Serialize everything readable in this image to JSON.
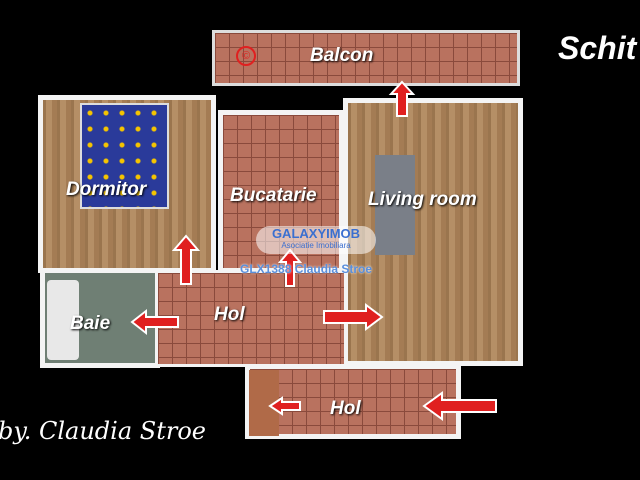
{
  "title": "Schit",
  "rooms": {
    "balcon": "Balcon",
    "dormitor": "Dormitor",
    "bucatarie": "Bucatarie",
    "living": "Living room",
    "baie": "Baie",
    "hol1": "Hol",
    "hol2": "Hol"
  },
  "watermark": {
    "brand": "GALAXYIMOB",
    "tagline": "Asociatie Imobiliara",
    "code": "GLX1388 Claudia Stroe"
  },
  "credit": "by. Claudia Stroe",
  "colors": {
    "arrow": "#e02020",
    "bed": "#2a3a9a",
    "walls": "#f4f4f4"
  }
}
